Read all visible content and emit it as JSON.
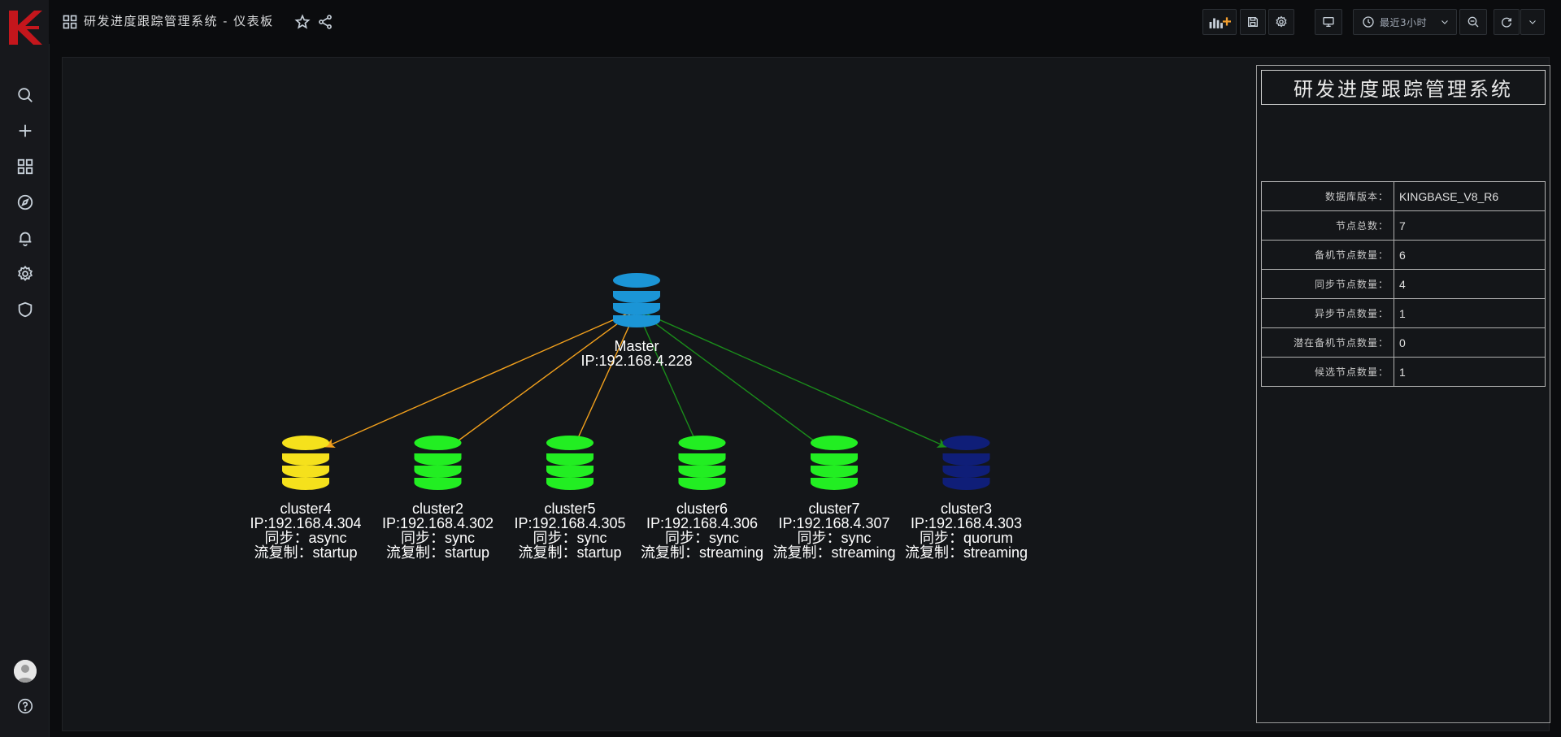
{
  "header": {
    "title": "研发进度跟踪管理系统 - 仪表板",
    "time_range": "最近3小时"
  },
  "sidebar": {
    "items": [
      {
        "icon": "search-icon"
      },
      {
        "icon": "plus-icon"
      },
      {
        "icon": "dashboards-icon"
      },
      {
        "icon": "explore-icon"
      },
      {
        "icon": "bell-icon"
      },
      {
        "icon": "gear-icon"
      },
      {
        "icon": "shield-icon"
      }
    ],
    "bottom": [
      {
        "icon": "avatar"
      },
      {
        "icon": "help-icon"
      }
    ]
  },
  "colors": {
    "logo": "#c4161c",
    "master": "#1b95d6",
    "async": "#f5e11c",
    "sync": "#22ee22",
    "quorum": "#0f1e78",
    "edge_async": "#f2a01c",
    "edge_streaming": "#1a8c1a"
  },
  "topology": {
    "master": {
      "name": "Master",
      "ip": "IP:192.168.4.228"
    },
    "clusters": [
      {
        "name": "cluster4",
        "ip": "IP:192.168.4.304",
        "sync": "同步：async",
        "stream": "流复制：startup",
        "status": "async",
        "edge": "startup"
      },
      {
        "name": "cluster2",
        "ip": "IP:192.168.4.302",
        "sync": "同步：sync",
        "stream": "流复制：startup",
        "status": "sync",
        "edge": "startup"
      },
      {
        "name": "cluster5",
        "ip": "IP:192.168.4.305",
        "sync": "同步：sync",
        "stream": "流复制：startup",
        "status": "sync",
        "edge": "startup"
      },
      {
        "name": "cluster6",
        "ip": "IP:192.168.4.306",
        "sync": "同步：sync",
        "stream": "流复制：streaming",
        "status": "sync",
        "edge": "streaming"
      },
      {
        "name": "cluster7",
        "ip": "IP:192.168.4.307",
        "sync": "同步：sync",
        "stream": "流复制：streaming",
        "status": "sync",
        "edge": "streaming"
      },
      {
        "name": "cluster3",
        "ip": "IP:192.168.4.303",
        "sync": "同步：quorum",
        "stream": "流复制：streaming",
        "status": "quorum",
        "edge": "streaming"
      }
    ]
  },
  "info": {
    "title": "研发进度跟踪管理系统",
    "rows": [
      {
        "key": "数据库版本：",
        "value": "KINGBASE_V8_R6"
      },
      {
        "key": "节点总数：",
        "value": "7"
      },
      {
        "key": "备机节点数量：",
        "value": "6"
      },
      {
        "key": "同步节点数量：",
        "value": "4"
      },
      {
        "key": "异步节点数量：",
        "value": "1"
      },
      {
        "key": "潜在备机节点数量：",
        "value": "0"
      },
      {
        "key": "候选节点数量：",
        "value": "1"
      }
    ]
  }
}
